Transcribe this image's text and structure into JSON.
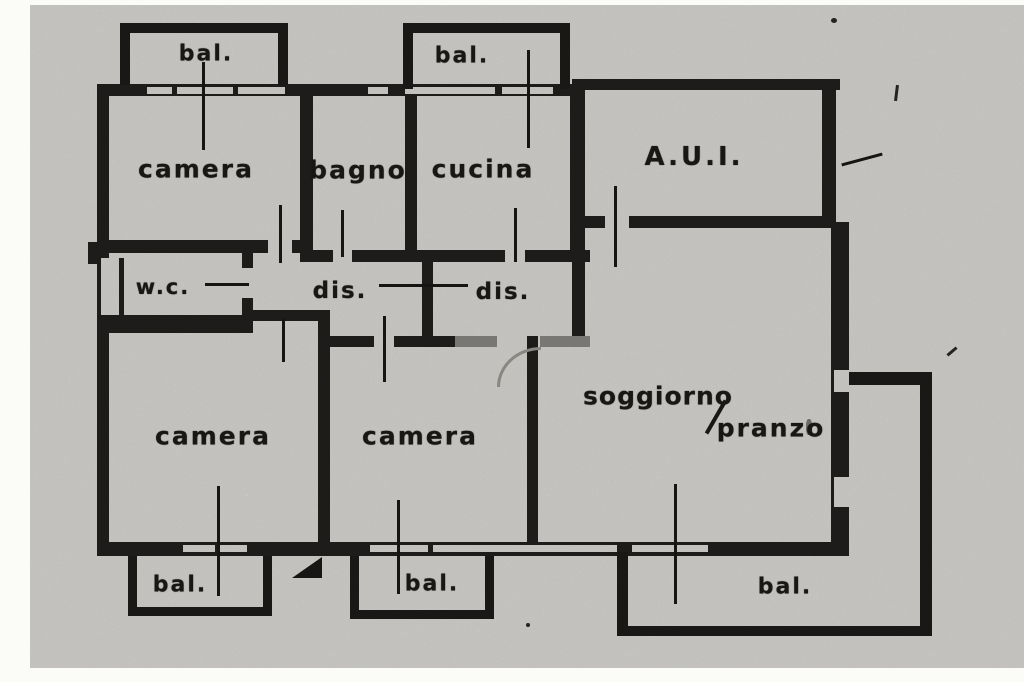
{
  "document": {
    "type": "scanned apartment floor plan",
    "language": "Italian",
    "paper_color": "#e9e8e3",
    "ink_color": "#232220",
    "faded_ink_color": "#908f8a"
  },
  "rooms": [
    {
      "id": "camera-nord",
      "label": "camera"
    },
    {
      "id": "bagno",
      "label": "bagno"
    },
    {
      "id": "cucina",
      "label": "cucina"
    },
    {
      "id": "aui",
      "label": "A.U.I."
    },
    {
      "id": "wc",
      "label": "w.c."
    },
    {
      "id": "disimpegno-1",
      "label": "dis."
    },
    {
      "id": "disimpegno-2",
      "label": "dis."
    },
    {
      "id": "camera-sud-ovest",
      "label": "camera"
    },
    {
      "id": "camera-sud-centro",
      "label": "camera"
    },
    {
      "id": "soggiorno-pranzo",
      "label_top": "soggiorno",
      "separator": "/",
      "label_bottom": "pranzo"
    }
  ],
  "balconies": [
    {
      "id": "balcone-nord-ovest",
      "label": "bal."
    },
    {
      "id": "balcone-nord-centro",
      "label": "bal."
    },
    {
      "id": "balcone-sud-ovest",
      "label": "bal."
    },
    {
      "id": "balcone-sud-centro",
      "label": "bal."
    },
    {
      "id": "balcone-sud-est",
      "label": "bal."
    }
  ]
}
